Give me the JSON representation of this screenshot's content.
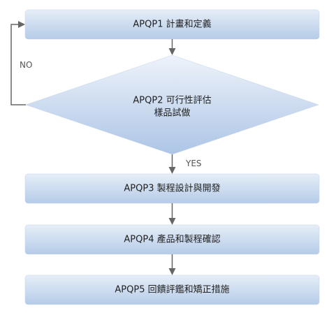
{
  "colors": {
    "node_fill_top": "#e6eef8",
    "node_fill_bottom": "#b5cbe8",
    "connector": "#666666",
    "text": "#222222",
    "label_text": "#555555"
  },
  "nodes": {
    "step1": "APQP1 計畫和定義",
    "decision_line1": "APQP2 可行性評估",
    "decision_line2": "樣品試做",
    "step3": "APQP3 製程設計與開發",
    "step4": "APQP4 產品和製程確認",
    "step5": "APQP5 回饋評鑑和矯正措施"
  },
  "labels": {
    "no": "NO",
    "yes": "YES"
  }
}
